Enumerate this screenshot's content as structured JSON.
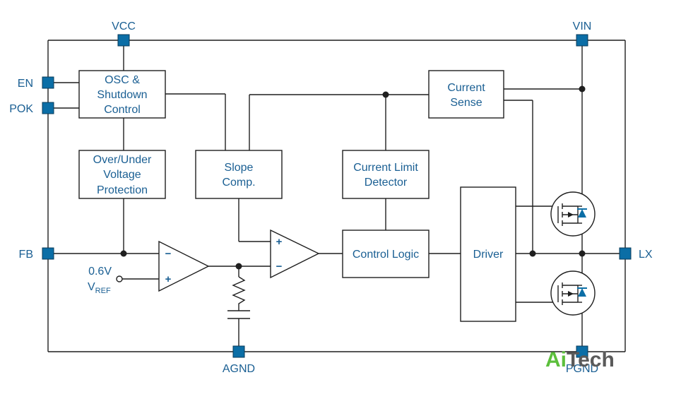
{
  "pins": {
    "vcc": "VCC",
    "vin": "VIN",
    "en": "EN",
    "pok": "POK",
    "fb": "FB",
    "lx": "LX",
    "agnd": "AGND",
    "pgnd": "PGND"
  },
  "blocks": {
    "osc": [
      "OSC &",
      "Shutdown",
      "Control"
    ],
    "ovp": [
      "Over/Under",
      "Voltage",
      "Protection"
    ],
    "slope": [
      "Slope",
      "Comp."
    ],
    "current_limit": [
      "Current Limit",
      "Detector"
    ],
    "current_sense": [
      "Current",
      "Sense"
    ],
    "control_logic": "Control Logic",
    "driver": "Driver"
  },
  "reference": {
    "voltage": "0.6V",
    "label_main": "V",
    "label_sub": "REF"
  },
  "opamp_signs": {
    "minus": "−",
    "plus": "+"
  },
  "watermark": {
    "part1": "Ai",
    "part2": "Tech"
  },
  "colors": {
    "pin_fill": "#0b6ea6",
    "label_text": "#1a5f93",
    "wire": "#1f1f1f",
    "watermark_green": "#5cbf3c",
    "watermark_gray": "#5a5a5a"
  }
}
